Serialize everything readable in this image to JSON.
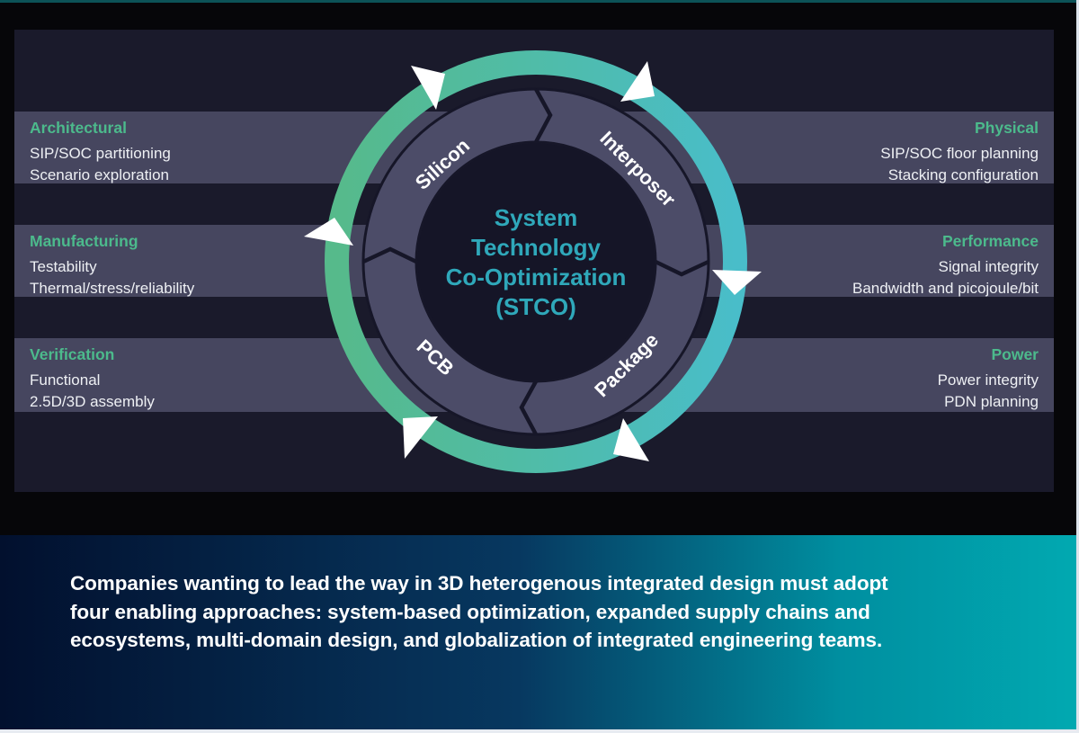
{
  "wheel": {
    "center_lines": [
      "System",
      "Technology",
      "Co-Optimization",
      "(STCO)"
    ],
    "segments": [
      {
        "label": "Silicon"
      },
      {
        "label": "Interposer"
      },
      {
        "label": "Package"
      },
      {
        "label": "PCB"
      }
    ]
  },
  "categories": {
    "left": [
      {
        "title": "Architectural",
        "lines": [
          "SIP/SOC partitioning",
          "Scenario exploration"
        ]
      },
      {
        "title": "Manufacturing",
        "lines": [
          "Testability",
          "Thermal/stress/reliability"
        ]
      },
      {
        "title": "Verification",
        "lines": [
          "Functional",
          "2.5D/3D assembly"
        ]
      }
    ],
    "right": [
      {
        "title": "Physical",
        "lines": [
          "SIP/SOC floor planning",
          "Stacking configuration"
        ]
      },
      {
        "title": "Performance",
        "lines": [
          "Signal integrity",
          "Bandwidth and picojoule/bit"
        ]
      },
      {
        "title": "Power",
        "lines": [
          "Power integrity",
          "PDN planning"
        ]
      }
    ]
  },
  "banner": {
    "lines": [
      "Companies wanting to lead the way in 3D heterogenous integrated design must adopt",
      "four enabling approaches: system-based optimization, expanded supply chains and",
      "ecosystems, multi-domain design, and globalization of integrated engineering teams."
    ]
  },
  "colors": {
    "background": "#060609",
    "panel": "#1a1a2b",
    "band": "#46465f",
    "heading_green": "#4cba8c",
    "ring_green": "#56ba8b",
    "ring_teal": "#49bdc9",
    "segment_ring": "#4c4c68",
    "inner_circle": "#151527",
    "center_text": "#2fa8ba",
    "banner_left": "#02102e",
    "banner_right": "#01a9b1",
    "top_accent": "#0c5257"
  }
}
